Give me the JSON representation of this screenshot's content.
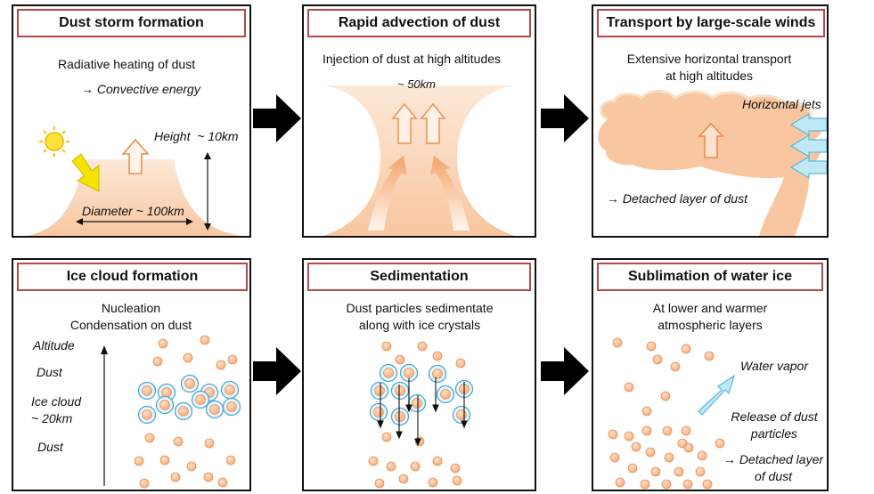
{
  "colors": {
    "title_border": "#b5484a",
    "dust_fill": "#f8c6a0",
    "dust_light": "#fde9d8",
    "particle_fill": "#f8b98a",
    "particle_stroke": "#e8905a",
    "ice_ring": "#4aa8d8",
    "jet_fill": "#bfe9f5",
    "jet_stroke": "#5db8d8"
  },
  "icons": {
    "sun": "sun-icon",
    "flow_arrow": "hollow-up-arrow",
    "process_arrow": "black-right-arrow"
  },
  "panels": {
    "p1": {
      "title": "Dust storm formation",
      "text1": "Radiative heating of dust",
      "text2": "→ Convective energy",
      "height_label": "Height",
      "height_value": "~ 10km",
      "diameter_label": "Diameter ~ 100km"
    },
    "p2": {
      "title": "Rapid advection of dust",
      "text1": "Injection of dust at high altitudes",
      "altitude_label": "~ 50km"
    },
    "p3": {
      "title": "Transport by large-scale winds",
      "text1": "Extensive horizontal transport",
      "text2": "at high altitudes",
      "jets_label": "Horizontal jets",
      "layer_label": "→ Detached layer of dust"
    },
    "p4": {
      "title": "Ice cloud formation",
      "text1": "Nucleation",
      "text2": "Condensation on dust",
      "altitude_label": "Altitude",
      "dust_upper": "Dust",
      "ice_label": "Ice cloud",
      "ice_altitude": "~ 20km",
      "dust_lower": "Dust"
    },
    "p5": {
      "title": "Sedimentation",
      "text1": "Dust particles sedimentate",
      "text2": "along with ice crystals"
    },
    "p6": {
      "title": "Sublimation of water ice",
      "text1": "At lower and warmer",
      "text2": "atmospheric layers",
      "vapor_label": "Water vapor",
      "release1": "Release of dust",
      "release2": "particles",
      "detached1": "→ Detached layer",
      "detached2": "of dust"
    }
  }
}
